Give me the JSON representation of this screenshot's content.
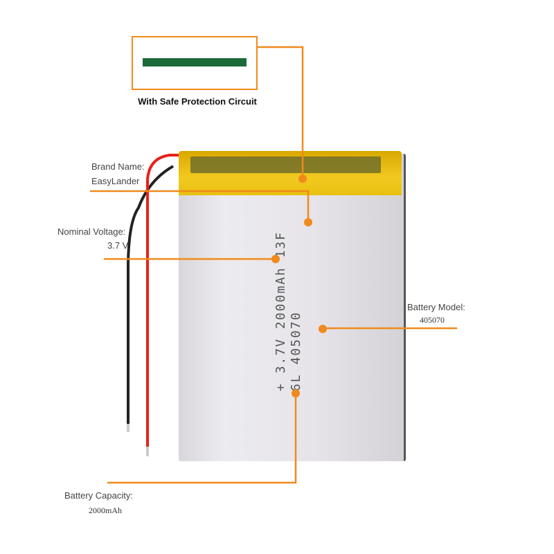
{
  "inset": {
    "caption": "With Safe Protection Circuit"
  },
  "battery_print": {
    "line1": "+ 3.7V 2000mAh 13F",
    "line2": "6L 405070"
  },
  "labels": {
    "brand": {
      "title": "Brand Name:",
      "value": "EasyLander"
    },
    "voltage": {
      "title": "Nominal Voltage:",
      "value": "3.7 V"
    },
    "model": {
      "title": "Battery Model:",
      "value": "405070"
    },
    "capacity": {
      "title": "Battery  Capacity:",
      "value": "2000mAh"
    }
  },
  "colors": {
    "accent": "#f08a1c",
    "tape": "#f2c920",
    "wire_red": "#e8201c",
    "wire_black": "#222222"
  }
}
